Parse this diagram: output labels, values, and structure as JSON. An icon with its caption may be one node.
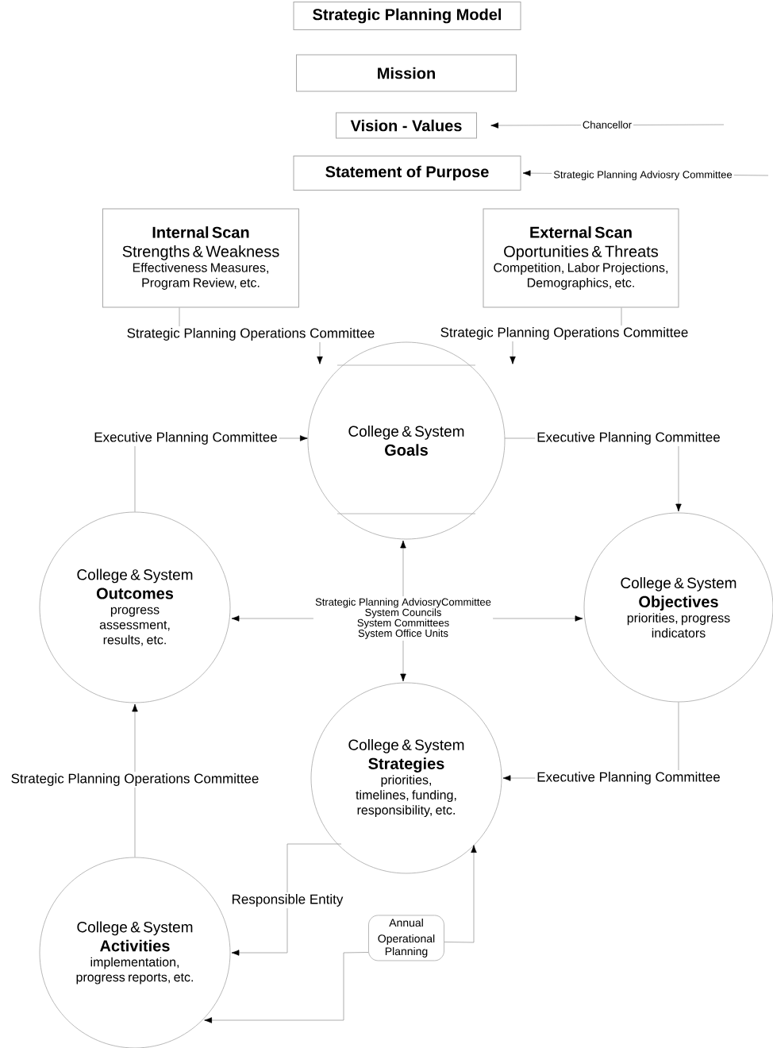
{
  "diagram": {
    "title": "Strategic Planning Model",
    "nodes": [
      {
        "text": [
          "Mission"
        ]
      },
      {
        "text": [
          "Vision - Values"
        ]
      },
      {
        "text": [
          "Statement of Purpose"
        ]
      },
      {
        "text": [
          "Internal Scan",
          "Strengths & Weakness",
          "Effectiveness Measures, Program Review, etc."
        ]
      },
      {
        "text": [
          "External Scan",
          "Oportunities & Threats",
          "Competition, Labor Projections, Demographics, etc."
        ]
      },
      {
        "text": [
          "College & System",
          "Goals"
        ]
      },
      {
        "text": [
          "College & System",
          "Objectives",
          "priorities, progress indicators"
        ]
      },
      {
        "text": [
          "College & System",
          "Strategies",
          "priorities, timelines, funding, responsibility, etc."
        ]
      },
      {
        "text": [
          "College & System",
          "Activities",
          "implementation, progress reports, etc."
        ]
      },
      {
        "text": [
          "College & System",
          "Outcomes",
          "progress assessment, results, etc."
        ]
      },
      {
        "text": [
          "Annual Operational Planning"
        ]
      },
      {
        "text": [
          "Strategic Planning AdviosryCommittee",
          "System Councils",
          "System Committees",
          "System Office Units"
        ]
      }
    ],
    "edges": [
      {
        "from": null,
        "to": 1,
        "arrow": "to",
        "label": "Chancellor"
      },
      {
        "from": null,
        "to": 2,
        "arrow": "to",
        "label": "Strategic Planning Adviosry Committee"
      },
      {
        "from": 3,
        "to": 5,
        "arrow": "to",
        "label": "Strategic Planning Operations Committee"
      },
      {
        "from": 4,
        "to": 5,
        "arrow": "to",
        "label": "Strategic Planning Operations Committee"
      },
      {
        "from": 9,
        "to": 5,
        "arrow": "to",
        "label": "Executive Planning Committee"
      },
      {
        "from": 5,
        "to": 6,
        "arrow": "to",
        "label": "Executive Planning Committee"
      },
      {
        "from": 6,
        "to": 7,
        "arrow": "to",
        "label": "Executive Planning Committee"
      },
      {
        "from": 8,
        "to": 9,
        "arrow": "to",
        "label": "Strategic Planning Operations Committee"
      },
      {
        "from": 7,
        "to": 8,
        "arrow": "to",
        "label": "Responsible Entity"
      },
      {
        "from": 10,
        "to": 7,
        "arrow": "to"
      },
      {
        "from": 10,
        "to": 8,
        "arrow": "to"
      },
      {
        "from": 11,
        "to": 5,
        "arrow": "to"
      },
      {
        "from": 11,
        "to": 7,
        "arrow": "to"
      },
      {
        "from": 11,
        "to": 9,
        "arrow": "to"
      },
      {
        "from": 11,
        "to": 6,
        "arrow": "to"
      }
    ]
  }
}
